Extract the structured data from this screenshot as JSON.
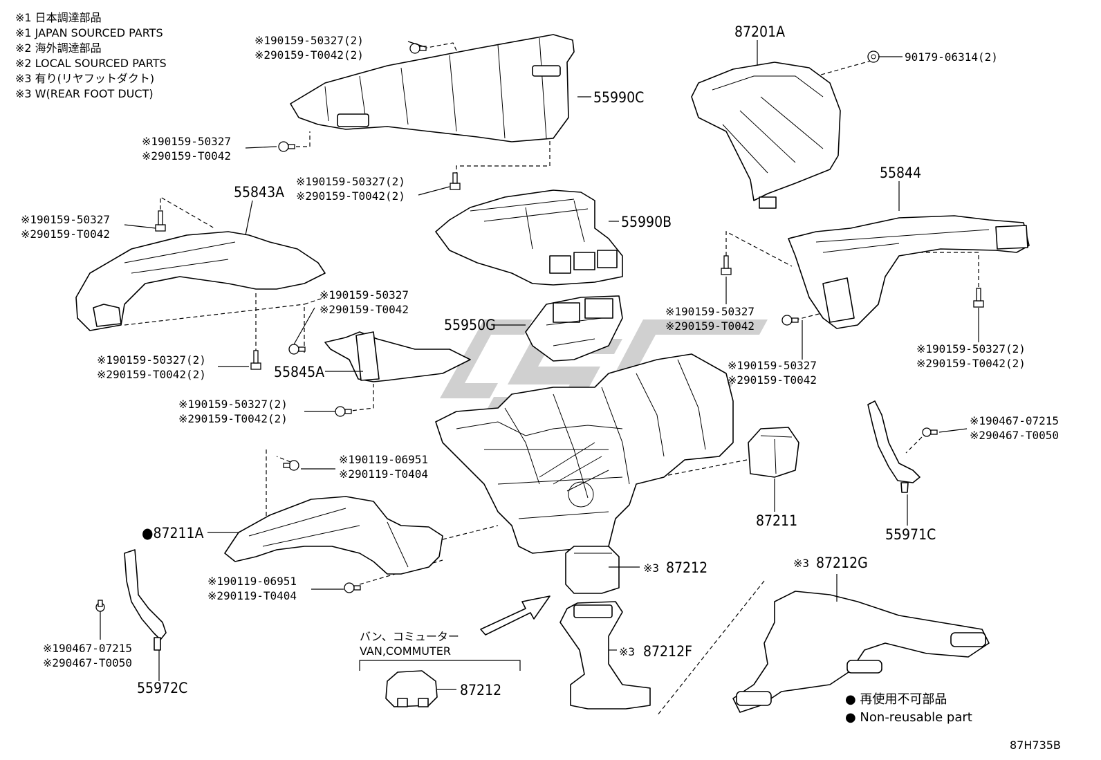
{
  "legend": {
    "notes": [
      "※1 日本調達部品",
      "※1 JAPAN SOURCED PARTS",
      "※2 海外調達部品",
      "※2 LOCAL SOURCED PARTS",
      "※3 有り(リヤフットダクト)",
      "※3 W(REAR FOOT DUCT)"
    ]
  },
  "parts": {
    "p55990C": "55990C",
    "p87201A": "87201A",
    "p55843A": "55843A",
    "p55990B": "55990B",
    "p55844": "55844",
    "p55950G": "55950G",
    "p55845A": "55845A",
    "p87211": "87211",
    "p55971C": "55971C",
    "p87211A": "●87211A",
    "p87212_main": "87212",
    "p87212_main_prefix": "※3",
    "p87212G": "87212G",
    "p87212G_prefix": "※3",
    "p87212F": "87212F",
    "p87212F_prefix": "※3",
    "p87212_van": "87212",
    "p55972C": "55972C"
  },
  "fasteners": {
    "f1": [
      "※190159-50327(2)",
      "※290159-T0042(2)"
    ],
    "f2": [
      "※190159-50327",
      "※290159-T0042"
    ],
    "f3": [
      "※190159-50327(2)",
      "※290159-T0042(2)"
    ],
    "f4": [
      "※190159-50327",
      "※290159-T0042"
    ],
    "f5": [
      "※190159-50327",
      "※290159-T0042"
    ],
    "f6": [
      "※190159-50327(2)",
      "※290159-T0042(2)"
    ],
    "f7": [
      "※190159-50327(2)",
      "※290159-T0042(2)"
    ],
    "f8": [
      "※190159-50327",
      "※290159-T0042"
    ],
    "f9": [
      "※190159-50327",
      "※290159-T0042"
    ],
    "f10": [
      "※190159-50327(2)",
      "※290159-T0042(2)"
    ],
    "f11": [
      "※190467-07215",
      "※290467-T0050"
    ],
    "f12": [
      "※190119-06951",
      "※290119-T0404"
    ],
    "f13": [
      "※190119-06951",
      "※290119-T0404"
    ],
    "f14": [
      "※190467-07215",
      "※290467-T0050"
    ],
    "f15": "90179-06314(2)"
  },
  "variant": {
    "jp": "バン、コミューター",
    "en": "VAN,COMMUTER"
  },
  "footnote": {
    "jp": "● 再使用不可部品",
    "en": "● Non-reusable part"
  },
  "diagram_code": "87H735B",
  "watermark": "CSC"
}
